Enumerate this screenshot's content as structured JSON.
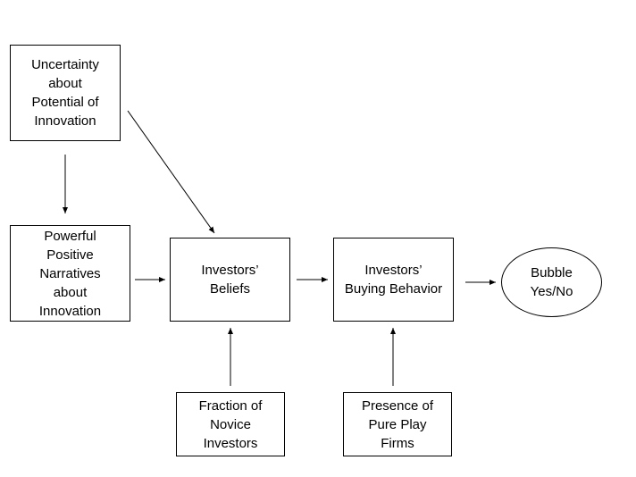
{
  "nodes": {
    "uncertainty": {
      "label": "Uncertainty\nabout\nPotential of\nInnovation"
    },
    "narratives": {
      "label": "Powerful\nPositive\nNarratives\nabout\nInnovation"
    },
    "beliefs": {
      "label": "Investors’\nBeliefs"
    },
    "behavior": {
      "label": "Investors’\nBuying Behavior"
    },
    "bubble": {
      "label": "Bubble\nYes/No"
    },
    "novice": {
      "label": "Fraction of\nNovice\nInvestors"
    },
    "pureplay": {
      "label": "Presence of\nPure Play\nFirms"
    }
  },
  "edges": [
    {
      "from": "uncertainty",
      "to": "narratives"
    },
    {
      "from": "uncertainty",
      "to": "beliefs"
    },
    {
      "from": "narratives",
      "to": "beliefs"
    },
    {
      "from": "beliefs",
      "to": "behavior"
    },
    {
      "from": "behavior",
      "to": "bubble"
    },
    {
      "from": "novice",
      "to": "beliefs"
    },
    {
      "from": "pureplay",
      "to": "behavior"
    }
  ]
}
